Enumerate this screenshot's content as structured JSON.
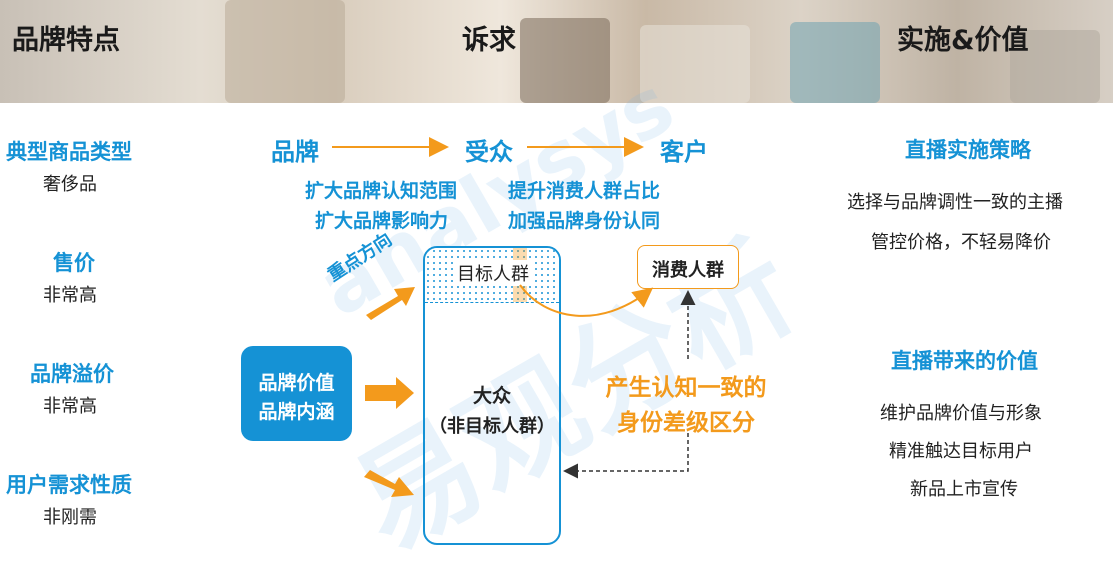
{
  "header": {
    "col1": "品牌特点",
    "col2": "诉求",
    "col3": "实施&价值"
  },
  "left": [
    {
      "title": "典型商品类型",
      "value": "奢侈品"
    },
    {
      "title": "售价",
      "value": "非常高"
    },
    {
      "title": "品牌溢价",
      "value": "非常高"
    },
    {
      "title": "用户需求性质",
      "value": "非刚需"
    }
  ],
  "flow": {
    "brand": "品牌",
    "audience": "受众",
    "customer": "客户",
    "brand_line1": "扩大品牌认知范围",
    "brand_line2": "扩大品牌影响力",
    "audience_line1": "提升消费人群占比",
    "audience_line2": "加强品牌身份认同"
  },
  "diagram": {
    "focus": "重点方向",
    "target_group": "目标人群",
    "consumer_group": "消费人群",
    "value_line1": "品牌价值",
    "value_line2": "品牌内涵",
    "mass_line1": "大众",
    "mass_line2": "（非目标人群）",
    "identity_line1": "产生认知一致的",
    "identity_line2": "身份差级区分"
  },
  "right": {
    "strategy_title": "直播实施策略",
    "strategy_line1": "选择与品牌调性一致的主播",
    "strategy_line2": "管控价格，不轻易降价",
    "value_title": "直播带来的价值",
    "value_items": [
      "维护品牌价值与形象",
      "精准触达目标用户",
      "新品上市宣传"
    ]
  },
  "watermark": {
    "line1": "易观分析",
    "line2": "analysys"
  },
  "colors": {
    "blue": "#1592d5",
    "orange": "#f39a1c",
    "dark": "#222222"
  }
}
